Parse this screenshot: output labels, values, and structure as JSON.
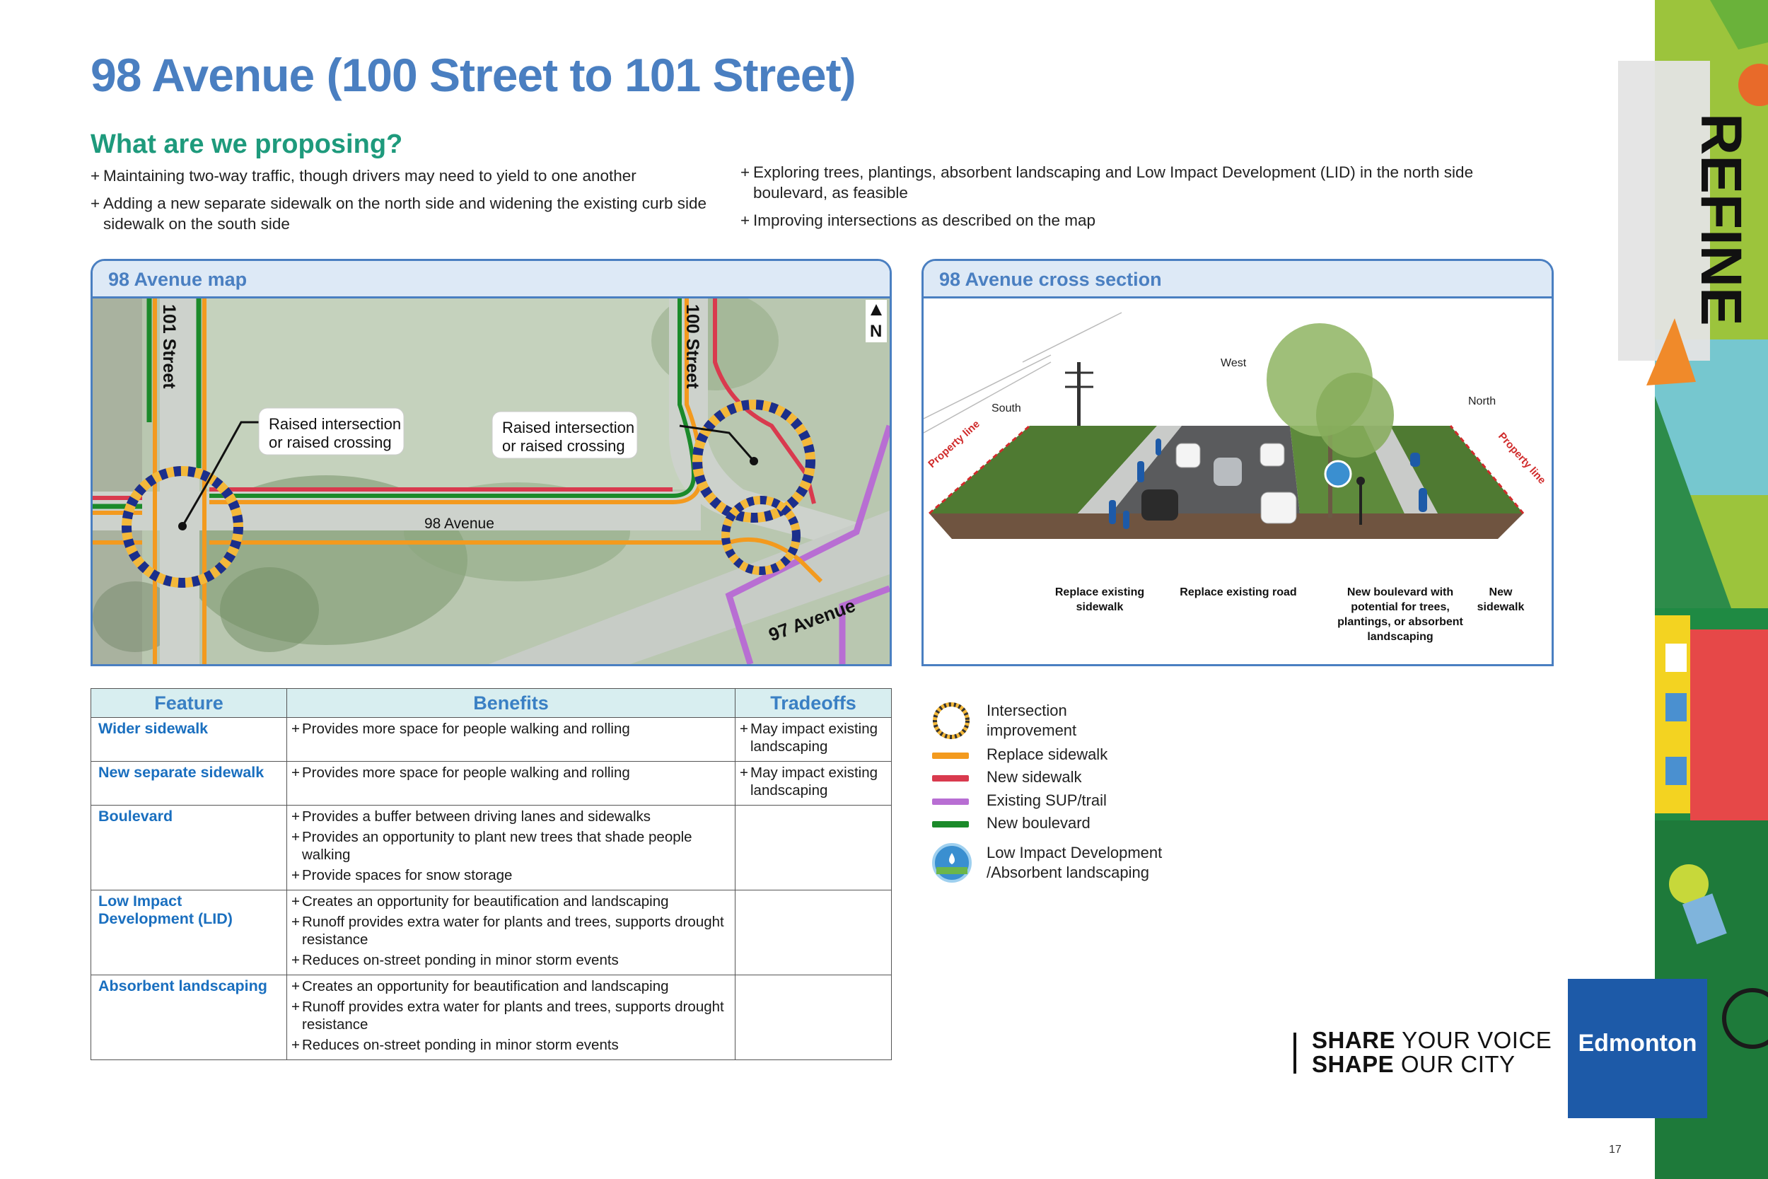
{
  "title": "98 Avenue (100 Street to 101 Street)",
  "subtitle": "What are we proposing?",
  "bullets_left": [
    "Maintaining two-way traffic, though drivers may need to yield to one another",
    "Adding a new separate sidewalk on the north side and widening the existing curb side sidewalk on the south side"
  ],
  "bullets_right": [
    "Exploring trees, plantings, absorbent landscaping and Low Impact Development (LID) in the north side boulevard, as feasible",
    "Improving intersections as described on the map"
  ],
  "bullet_marker": "+",
  "map": {
    "heading": "98 Avenue map",
    "north_label": "N",
    "streets": {
      "s101": "101 Street",
      "s100": "100 Street",
      "a98": "98 Avenue",
      "a97": "97 Avenue"
    },
    "callout_left": [
      "Raised intersection",
      "or raised crossing"
    ],
    "callout_right": [
      "Raised intersection",
      "or raised crossing"
    ]
  },
  "cross_section": {
    "heading": "98 Avenue cross section",
    "labels": {
      "west": "West",
      "south": "South",
      "north": "North",
      "property_left": "Property line",
      "property_right": "Property line"
    },
    "captions": [
      [
        "Replace existing",
        "sidewalk"
      ],
      [
        "Replace existing road"
      ],
      [
        "New boulevard with",
        "potential for trees,",
        "plantings, or absorbent",
        "landscaping"
      ],
      [
        "New",
        "sidewalk"
      ]
    ]
  },
  "table": {
    "headers": [
      "Feature",
      "Benefits",
      "Tradeoffs"
    ],
    "rows": [
      {
        "feature": "Wider sidewalk",
        "benefits": [
          "Provides more space for people walking and rolling"
        ],
        "tradeoffs": [
          "May impact existing landscaping"
        ]
      },
      {
        "feature": "New separate sidewalk",
        "benefits": [
          "Provides more space for people walking and rolling"
        ],
        "tradeoffs": [
          "May impact existing landscaping"
        ]
      },
      {
        "feature": "Boulevard",
        "benefits": [
          "Provides a buffer between driving lanes and sidewalks",
          "Provides an opportunity to plant new trees that shade people walking",
          "Provide spaces for snow storage"
        ],
        "tradeoffs": []
      },
      {
        "feature": "Low Impact Development (LID)",
        "benefits": [
          "Creates an opportunity for beautification and landscaping",
          "Runoff provides extra water for plants and trees, supports drought resistance",
          "Reduces on-street ponding in minor storm events"
        ],
        "tradeoffs": []
      },
      {
        "feature": "Absorbent landscaping",
        "benefits": [
          "Creates an opportunity for beautification and landscaping",
          "Runoff provides extra water for plants and trees, supports drought resistance",
          "Reduces on-street ponding in minor storm events"
        ],
        "tradeoffs": []
      }
    ]
  },
  "legend": {
    "intersection": [
      "Intersection",
      "improvement"
    ],
    "replace_sidewalk": "Replace sidewalk",
    "new_sidewalk": "New sidewalk",
    "existing_sup": "Existing SUP/trail",
    "new_boulevard": "New boulevard",
    "lid": [
      "Low Impact Development",
      "/Absorbent landscaping"
    ],
    "colors": {
      "replace_sidewalk": "#f39a1e",
      "new_sidewalk": "#d93a4e",
      "existing_sup": "#b86ed3",
      "new_boulevard": "#1b8a2a"
    }
  },
  "side_banner": "REFINE",
  "footer": {
    "share_bold_1": "SHARE",
    "share_rest_1": " YOUR VOICE",
    "share_bold_2": "SHAPE",
    "share_rest_2": " OUR CITY",
    "logo": "Edmonton",
    "page_number": "17"
  }
}
